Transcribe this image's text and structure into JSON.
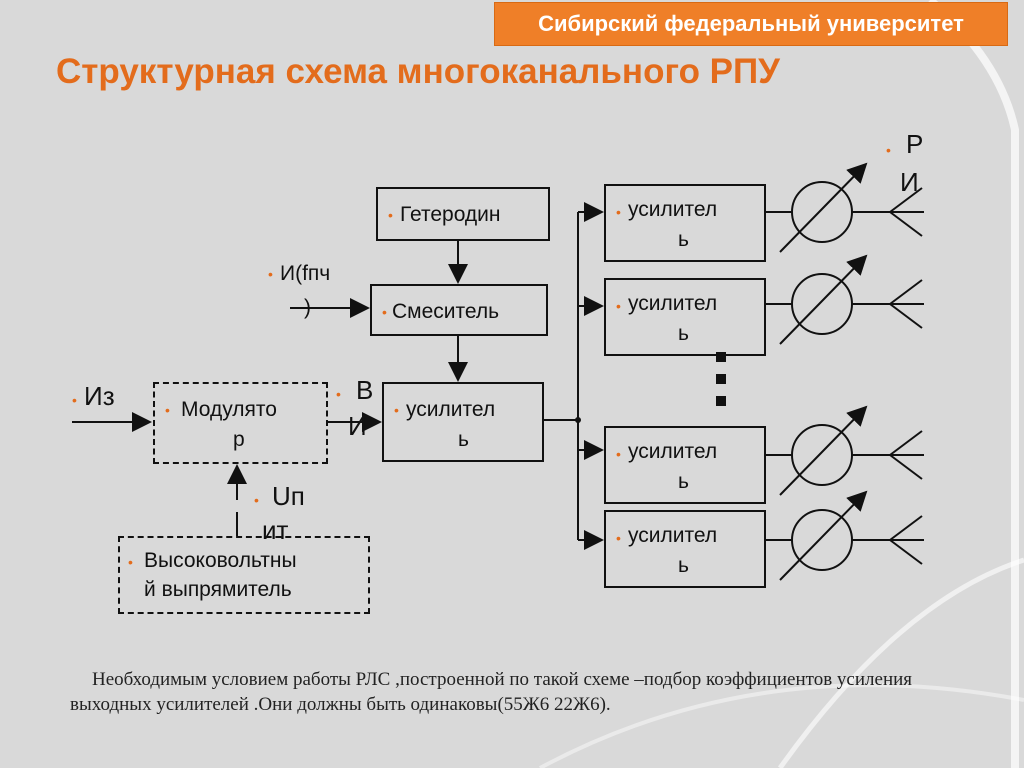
{
  "header": {
    "university": "Сибирский федеральный университет"
  },
  "slide": {
    "title": "Структурная схема многоканального РПУ"
  },
  "diagram": {
    "generator": "Гетеродин",
    "if_input": {
      "line1": "И(fпч",
      "line2": ")"
    },
    "mixer": "Смеситель",
    "source_input": "Из",
    "modulator": {
      "line1": "Модулято",
      "line2": "р"
    },
    "vi": {
      "line1": "В",
      "line2": "И"
    },
    "main_amplifier": {
      "line1": "усилител",
      "line2": "ь"
    },
    "supply": {
      "line1": "Uп",
      "line2": "ит"
    },
    "rectifier": {
      "line1": "Высоковольтны",
      "line2": "й выпрямитель"
    },
    "output_amplifiers": [
      {
        "line1": "усилител",
        "line2": "ь"
      },
      {
        "line1": "усилител",
        "line2": "ь"
      },
      {
        "line1": "усилител",
        "line2": "ь"
      },
      {
        "line1": "усилител",
        "line2": "ь"
      }
    ],
    "ri": {
      "line1": "Р",
      "line2": "И"
    }
  },
  "note": "Необходимым условием работы РЛС ,построенной по такой схеме –подбор коэффициентов усиления выходных усилителей .Они должны быть одинаковы(55Ж6 22Ж6)."
}
